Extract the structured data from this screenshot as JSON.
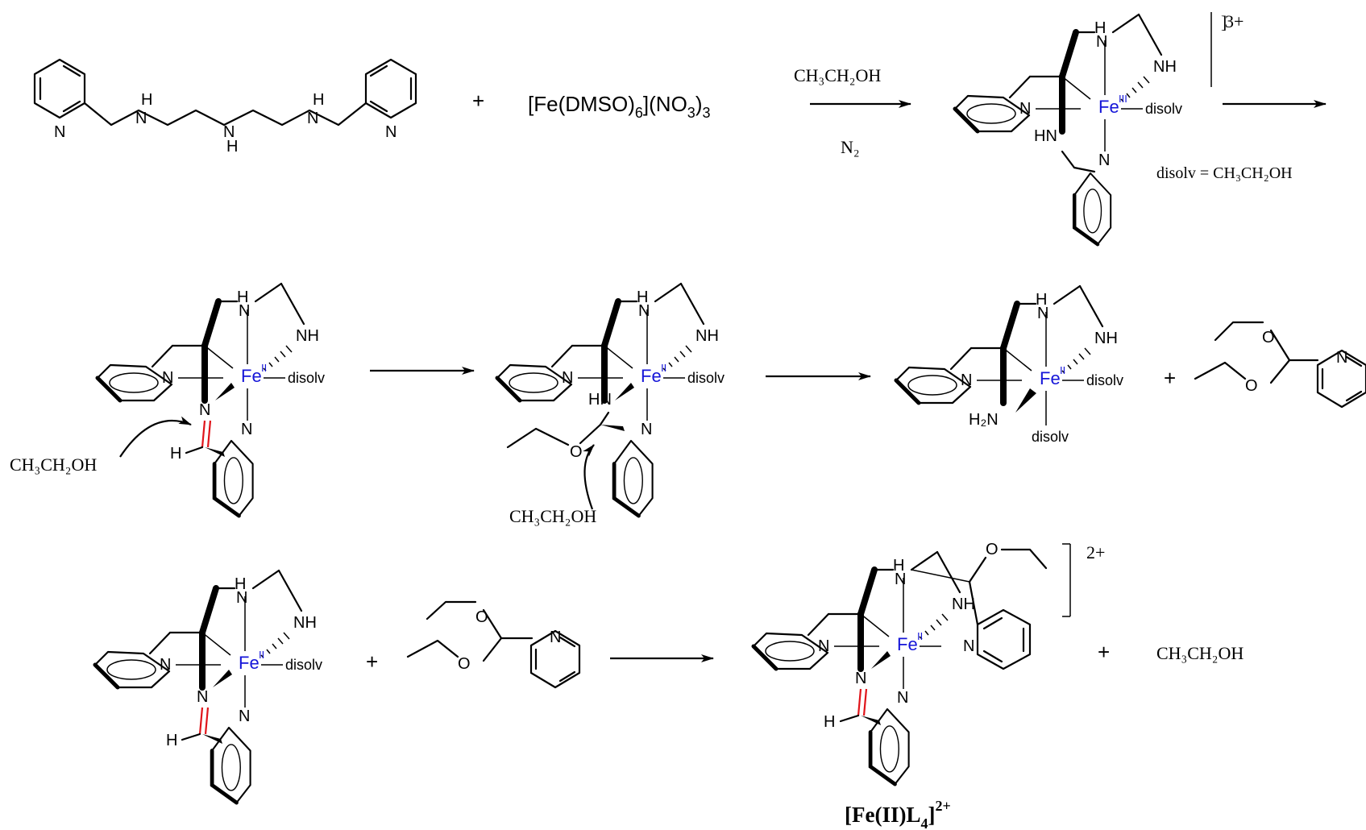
{
  "labels": {
    "plus": "+",
    "reagent": "[Fe(DMSO)",
    "reagent_sub6": "6",
    "reagent_mid": "](NO",
    "reagent_sub3": "3",
    "reagent_end": ")",
    "reagent_sub3b": "3",
    "cond_solvent": "CH₃CH₂OH",
    "cond_gas": "N₂",
    "charge_3": "3+",
    "charge_2": "2+",
    "disolv_def": "disolv = CH₃CH₂OH",
    "ethanol": "CH₃CH₂OH",
    "fe": "Fe",
    "ox_iii": "III",
    "ox_ii": "II",
    "disolv": "disolv",
    "n": "N",
    "nh": "NH",
    "hn": "HN",
    "h": "H",
    "o": "O",
    "h2n": "H₂N",
    "product_label": "[Fe(II)L",
    "product_sub": "4",
    "product_sup": "2+"
  },
  "colors": {
    "iron": "#1515d8",
    "imine_double_bond": "#e0141a"
  }
}
